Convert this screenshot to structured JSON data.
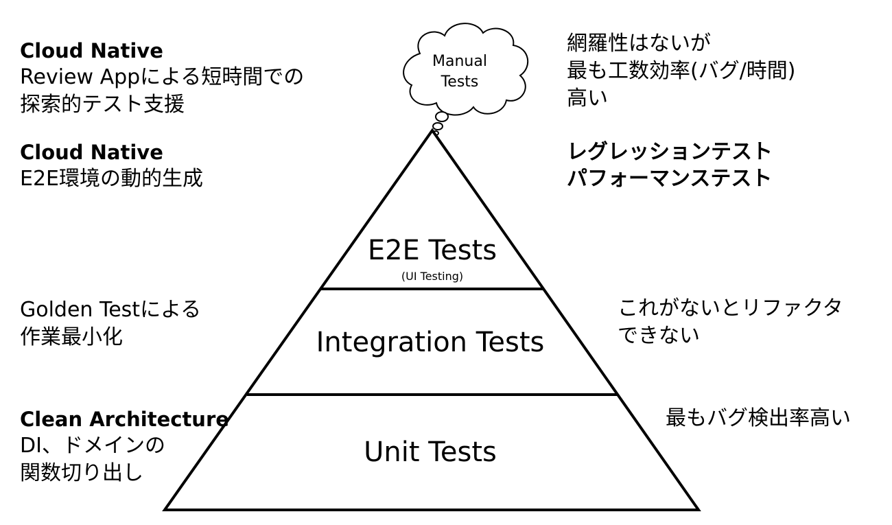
{
  "pyramid": {
    "cloud_label": [
      "Manual",
      "Tests"
    ],
    "e2e": {
      "label": "E2E Tests",
      "sublabel": "(UI Testing)"
    },
    "integration": {
      "label": "Integration Tests"
    },
    "unit": {
      "label": "Unit Tests"
    }
  },
  "left_notes": {
    "manual": {
      "title": "Cloud Native",
      "lines": [
        "Review Appによる短時間での",
        "探索的テスト支援"
      ]
    },
    "e2e": {
      "title": "Cloud Native",
      "lines": [
        "E2E環境の動的生成"
      ]
    },
    "integration": {
      "lines": [
        "Golden Testによる",
        "作業最小化"
      ]
    },
    "unit": {
      "title": "Clean Architecture",
      "lines": [
        "DI、ドメインの",
        "関数切り出し"
      ]
    }
  },
  "right_notes": {
    "manual": {
      "lines": [
        "網羅性はないが",
        "最も工数効率(バグ/時間)",
        "高い"
      ]
    },
    "e2e": {
      "lines": [
        "レグレッションテスト",
        "パフォーマンステスト"
      ]
    },
    "integration": {
      "lines": [
        "これがないとリファクタ",
        "できない"
      ]
    },
    "unit": {
      "lines": [
        "最もバグ検出率高い"
      ]
    }
  }
}
